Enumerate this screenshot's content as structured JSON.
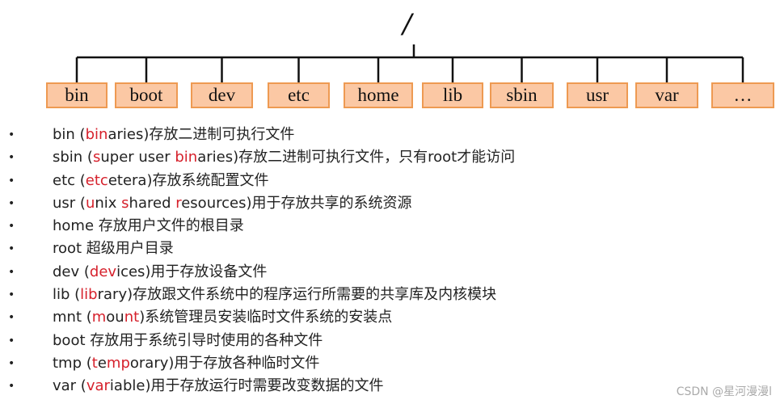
{
  "root": "/",
  "dirs": [
    "bin",
    "boot",
    "dev",
    "etc",
    "home",
    "lib",
    "sbin",
    "usr",
    "var",
    "…"
  ],
  "items": [
    {
      "parts": [
        {
          "t": "bin  ("
        },
        {
          "t": "bin",
          "hl": true
        },
        {
          "t": "aries)存放二进制可执行文件"
        }
      ]
    },
    {
      "parts": [
        {
          "t": "sbin  ("
        },
        {
          "t": "s",
          "hl": true
        },
        {
          "t": "uper user "
        },
        {
          "t": "bin",
          "hl": true
        },
        {
          "t": "aries)存放二进制可执行文件，只有root才能访问"
        }
      ]
    },
    {
      "parts": [
        {
          "t": "etc ("
        },
        {
          "t": "etc",
          "hl": true
        },
        {
          "t": "etera)存放系统配置文件"
        }
      ]
    },
    {
      "parts": [
        {
          "t": "usr  ("
        },
        {
          "t": "u",
          "hl": true
        },
        {
          "t": "nix "
        },
        {
          "t": "s",
          "hl": true
        },
        {
          "t": "hared "
        },
        {
          "t": "r",
          "hl": true
        },
        {
          "t": "esources)用于存放共享的系统资源"
        }
      ]
    },
    {
      "parts": [
        {
          "t": "home 存放用户文件的根目录"
        }
      ]
    },
    {
      "parts": [
        {
          "t": "root  超级用户目录"
        }
      ]
    },
    {
      "parts": [
        {
          "t": "dev ("
        },
        {
          "t": "dev",
          "hl": true
        },
        {
          "t": "ices)用于存放设备文件"
        }
      ]
    },
    {
      "parts": [
        {
          "t": "lib  ("
        },
        {
          "t": "lib",
          "hl": true
        },
        {
          "t": "rary)存放跟文件系统中的程序运行所需要的共享库及内核模块"
        }
      ]
    },
    {
      "parts": [
        {
          "t": "mnt  ("
        },
        {
          "t": "m",
          "hl": true
        },
        {
          "t": "ou"
        },
        {
          "t": "nt",
          "hl": true
        },
        {
          "t": ")系统管理员安装临时文件系统的安装点"
        }
      ]
    },
    {
      "parts": [
        {
          "t": "boot 存放用于系统引导时使用的各种文件"
        }
      ]
    },
    {
      "parts": [
        {
          "t": "tmp  ("
        },
        {
          "t": "t",
          "hl": true
        },
        {
          "t": "e"
        },
        {
          "t": "mp",
          "hl": true
        },
        {
          "t": "orary)用于存放各种临时文件"
        }
      ]
    },
    {
      "parts": [
        {
          "t": "var  ("
        },
        {
          "t": "var",
          "hl": true
        },
        {
          "t": "iable)用于存放运行时需要改变数据的文件"
        }
      ]
    }
  ],
  "bullet": "•",
  "watermark": "CSDN @星河漫漫l"
}
